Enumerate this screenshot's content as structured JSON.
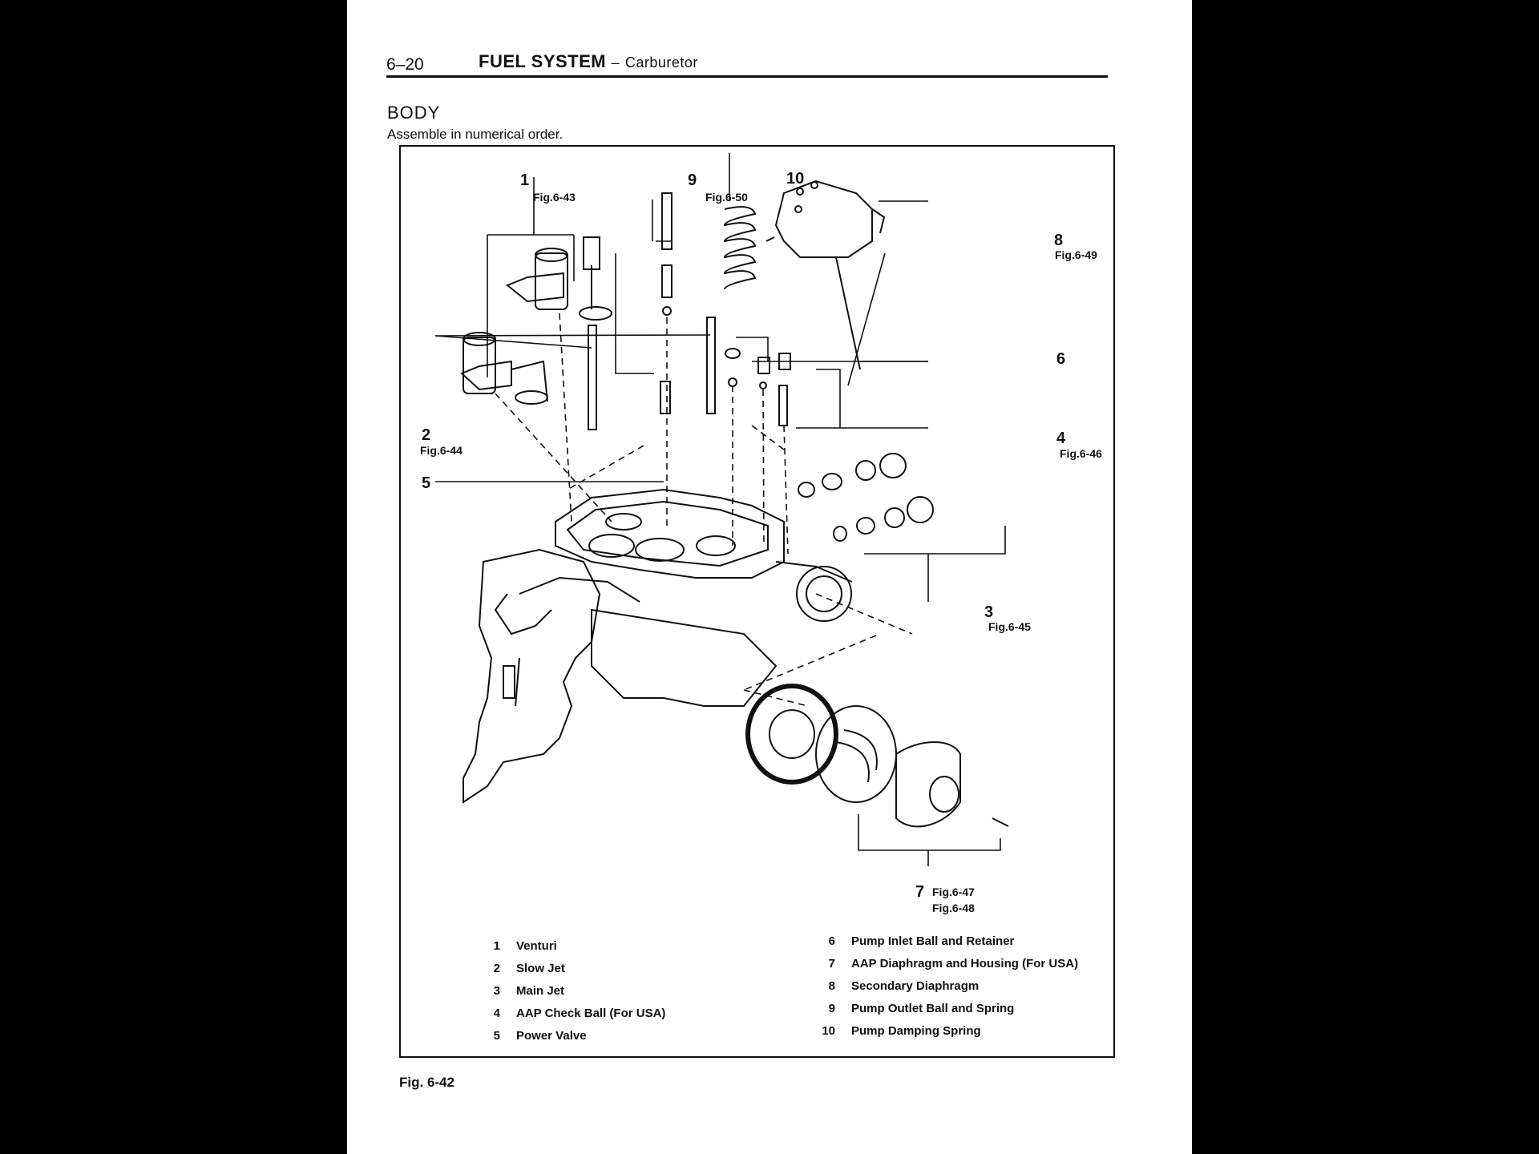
{
  "header": {
    "page_number": "6–20",
    "title": "FUEL SYSTEM",
    "separator": "–",
    "subtitle": "Carburetor"
  },
  "section": {
    "title": "BODY",
    "instruction": "Assemble in numerical order."
  },
  "callouts": [
    {
      "number": "1",
      "fig": "Fig.6-43"
    },
    {
      "number": "2",
      "fig": "Fig.6-44"
    },
    {
      "number": "3",
      "fig": "Fig.6-45"
    },
    {
      "number": "4",
      "fig": "Fig.6-46"
    },
    {
      "number": "5",
      "fig": ""
    },
    {
      "number": "6",
      "fig": ""
    },
    {
      "number": "7",
      "fig": "Fig.6-47",
      "fig2": "Fig.6-48"
    },
    {
      "number": "8",
      "fig": "Fig.6-49"
    },
    {
      "number": "9",
      "fig": "Fig.6-50"
    },
    {
      "number": "10",
      "fig": ""
    }
  ],
  "legend": {
    "left": [
      {
        "num": "1",
        "text": "Venturi"
      },
      {
        "num": "2",
        "text": "Slow Jet"
      },
      {
        "num": "3",
        "text": "Main Jet"
      },
      {
        "num": "4",
        "text": "AAP Check Ball (For USA)"
      },
      {
        "num": "5",
        "text": "Power Valve"
      }
    ],
    "right": [
      {
        "num": "6",
        "text": "Pump Inlet Ball and Retainer"
      },
      {
        "num": "7",
        "text": "AAP Diaphragm and Housing (For USA)"
      },
      {
        "num": "8",
        "text": "Secondary Diaphragm"
      },
      {
        "num": "9",
        "text": "Pump Outlet Ball and Spring"
      },
      {
        "num": "10",
        "text": "Pump Damping Spring"
      }
    ]
  },
  "figure_caption": "Fig. 6-42"
}
